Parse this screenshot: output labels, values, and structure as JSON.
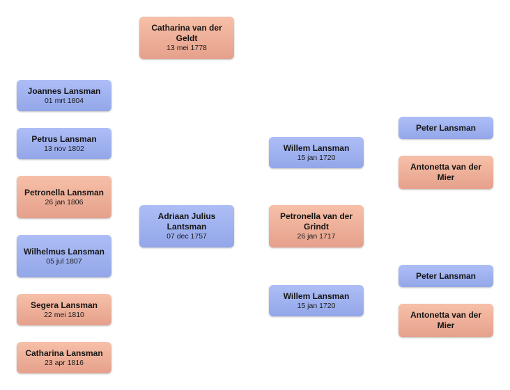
{
  "colors": {
    "male": "#a0b2ef",
    "female": "#eeb09a"
  },
  "people": {
    "catharina_van_der_geldt": {
      "name": "Catharina van der Geldt",
      "date": "13 mei 1778",
      "gender": "female"
    },
    "joannes_lansman": {
      "name": "Joannes Lansman",
      "date": "01 mrt 1804",
      "gender": "male"
    },
    "petrus_lansman": {
      "name": "Petrus Lansman",
      "date": "13 nov 1802",
      "gender": "male"
    },
    "petronella_lansman": {
      "name": "Petronella Lansman",
      "date": "26 jan 1806",
      "gender": "female"
    },
    "wilhelmus_lansman": {
      "name": "Wilhelmus Lansman",
      "date": "05 jul 1807",
      "gender": "male"
    },
    "segera_lansman": {
      "name": "Segera Lansman",
      "date": "22 mei 1810",
      "gender": "female"
    },
    "catharina_lansman": {
      "name": "Catharina Lansman",
      "date": "23 apr 1816",
      "gender": "female"
    },
    "adriaan_julius_lantsman": {
      "name": "Adriaan Julius Lantsman",
      "date": "07 dec 1757",
      "gender": "male"
    },
    "willem_lansman_1": {
      "name": "Willem Lansman",
      "date": "15 jan 1720",
      "gender": "male"
    },
    "petronella_van_der_grindt": {
      "name": "Petronella van der Grindt",
      "date": "26 jan 1717",
      "gender": "female"
    },
    "willem_lansman_2": {
      "name": "Willem Lansman",
      "date": "15 jan 1720",
      "gender": "male"
    },
    "peter_lansman_1": {
      "name": "Peter Lansman",
      "gender": "male"
    },
    "antonetta_van_der_mier_1": {
      "name": "Antonetta van der Mier",
      "gender": "female"
    },
    "peter_lansman_2": {
      "name": "Peter Lansman",
      "gender": "male"
    },
    "antonetta_van_der_mier_2": {
      "name": "Antonetta van der Mier",
      "gender": "female"
    }
  }
}
